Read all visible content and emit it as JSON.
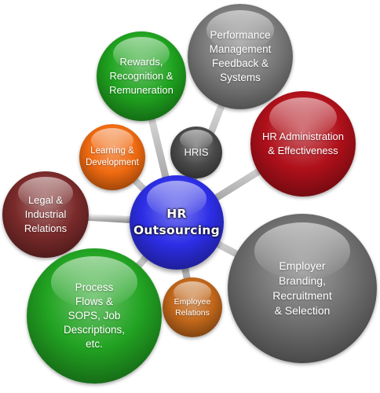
{
  "hub": {
    "label": "HR\nOutsourcing",
    "color": "#2d2ee6"
  },
  "nodes": [
    {
      "key": "performance",
      "label": "Performance\nManagement\nFeedback &\nSystems",
      "color": "#7a7a7a"
    },
    {
      "key": "rewards",
      "label": "Rewards,\nRecognition &\nRemuneration",
      "color": "#1fa31f"
    },
    {
      "key": "hris",
      "label": "HRIS",
      "color": "#4a4a4a"
    },
    {
      "key": "hr-admin",
      "label": "HR Administration\n& Effectiveness",
      "color": "#b0101a"
    },
    {
      "key": "learning",
      "label": "Learning &\nDevelopment",
      "color": "#f06a10"
    },
    {
      "key": "legal",
      "label": "Legal &\nIndustrial\nRelations",
      "color": "#7a2a2a"
    },
    {
      "key": "employer",
      "label": "Employer\nBranding,\nRecruitment\n& Selection",
      "color": "#6e6e6e"
    },
    {
      "key": "process",
      "label": "Process\nFlows &\nSOPS, Job\nDescriptions,\netc.",
      "color": "#22a322"
    },
    {
      "key": "employee-relations",
      "label": "Employee\nRelations",
      "color": "#c0661a"
    }
  ]
}
